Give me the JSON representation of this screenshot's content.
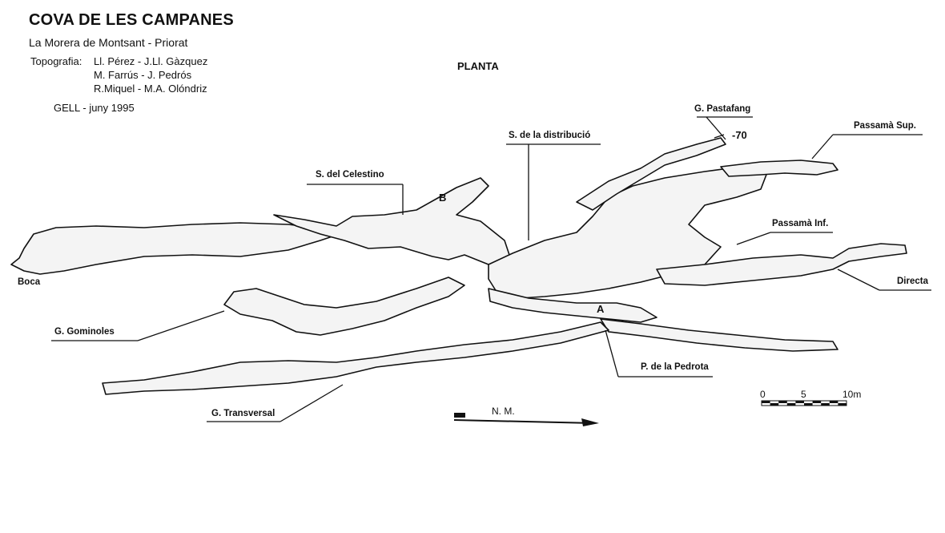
{
  "header": {
    "title": "COVA DE LES CAMPANES",
    "subtitle": "La Morera de Montsant - Priorat",
    "topography_label": "Topografia:",
    "topography_authors": [
      "Ll. Pérez - J.Ll. Gàzquez",
      "M. Farrús - J. Pedrós",
      "R.Miquel - M.A. Olóndriz"
    ],
    "credit": "GELL - juny 1995"
  },
  "map": {
    "view_label": "PLANTA",
    "place_labels": {
      "boca": "Boca",
      "gominoles": "G. Gominoles",
      "transversal": "G. Transversal",
      "celestino": "S. del Celestino",
      "distribucio": "S. de la distribució",
      "pastafang": "G. Pastafang",
      "depth": "-70",
      "passama_sup": "Passamà Sup.",
      "passama_inf": "Passamà Inf.",
      "directa": "Directa",
      "pedrota": "P. de la Pedrota",
      "point_a": "A",
      "point_b": "B"
    },
    "north_label": "N.  M.",
    "scale": {
      "ticks": [
        "0",
        "5",
        "10m"
      ]
    },
    "colors": {
      "ink": "#111111",
      "fill": "#f4f4f4"
    }
  }
}
